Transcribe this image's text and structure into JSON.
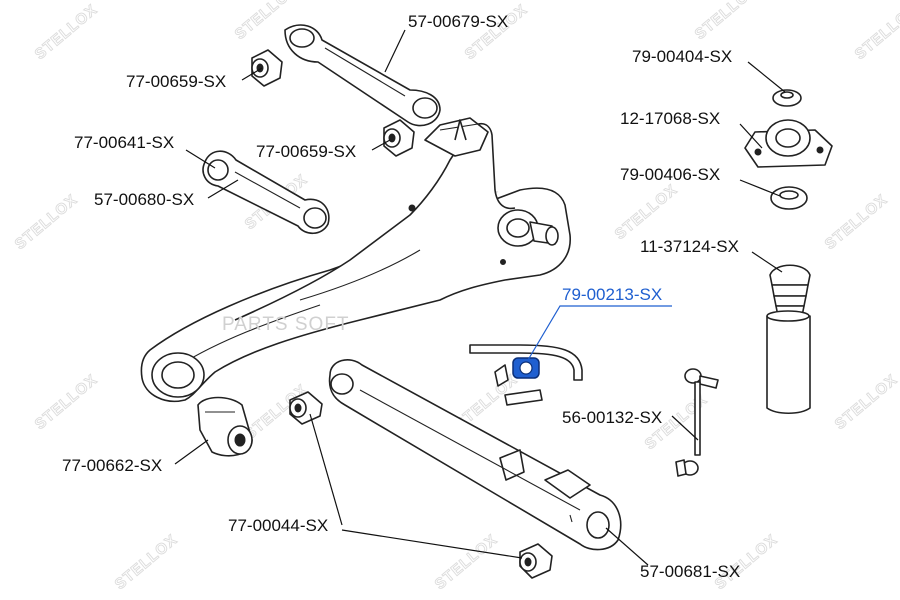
{
  "watermark": {
    "brand": "STELLOX",
    "center_text": "PARTS SOFT"
  },
  "parts": [
    {
      "id": "p1",
      "label": "57-00679-SX",
      "highlight": false
    },
    {
      "id": "p2",
      "label": "77-00659-SX",
      "highlight": false
    },
    {
      "id": "p3",
      "label": "77-00641-SX",
      "highlight": false
    },
    {
      "id": "p4",
      "label": "77-00659-SX",
      "highlight": false
    },
    {
      "id": "p5",
      "label": "57-00680-SX",
      "highlight": false
    },
    {
      "id": "p6",
      "label": "79-00404-SX",
      "highlight": false
    },
    {
      "id": "p7",
      "label": "12-17068-SX",
      "highlight": false
    },
    {
      "id": "p8",
      "label": "79-00406-SX",
      "highlight": false
    },
    {
      "id": "p9",
      "label": "11-37124-SX",
      "highlight": false
    },
    {
      "id": "p10",
      "label": "79-00213-SX",
      "highlight": true
    },
    {
      "id": "p11",
      "label": "56-00132-SX",
      "highlight": false
    },
    {
      "id": "p12",
      "label": "77-00662-SX",
      "highlight": false
    },
    {
      "id": "p13",
      "label": "77-00044-SX",
      "highlight": false
    },
    {
      "id": "p14",
      "label": "57-00681-SX",
      "highlight": false
    }
  ],
  "colors": {
    "highlight": "#1f5fd0",
    "line": "#222222",
    "watermark": "#dcdcdc"
  }
}
